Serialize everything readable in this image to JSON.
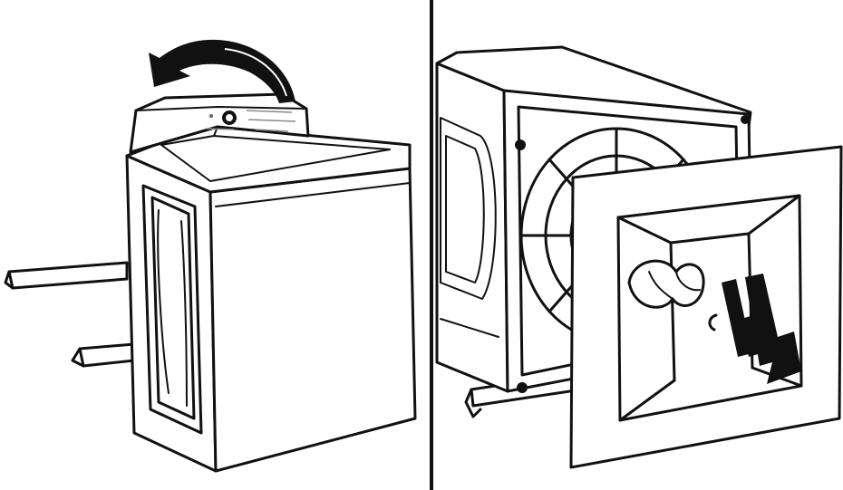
{
  "figure": {
    "panels": [
      {
        "id": "left",
        "subject": "washer",
        "step": "tilt-back"
      },
      {
        "id": "right",
        "subject": "washer-rear",
        "step": "remove-panel"
      }
    ],
    "colors": {
      "line": "#111111",
      "background": "#ffffff"
    },
    "icons": [
      "curved-arrow-icon",
      "double-arrow-icon"
    ]
  }
}
